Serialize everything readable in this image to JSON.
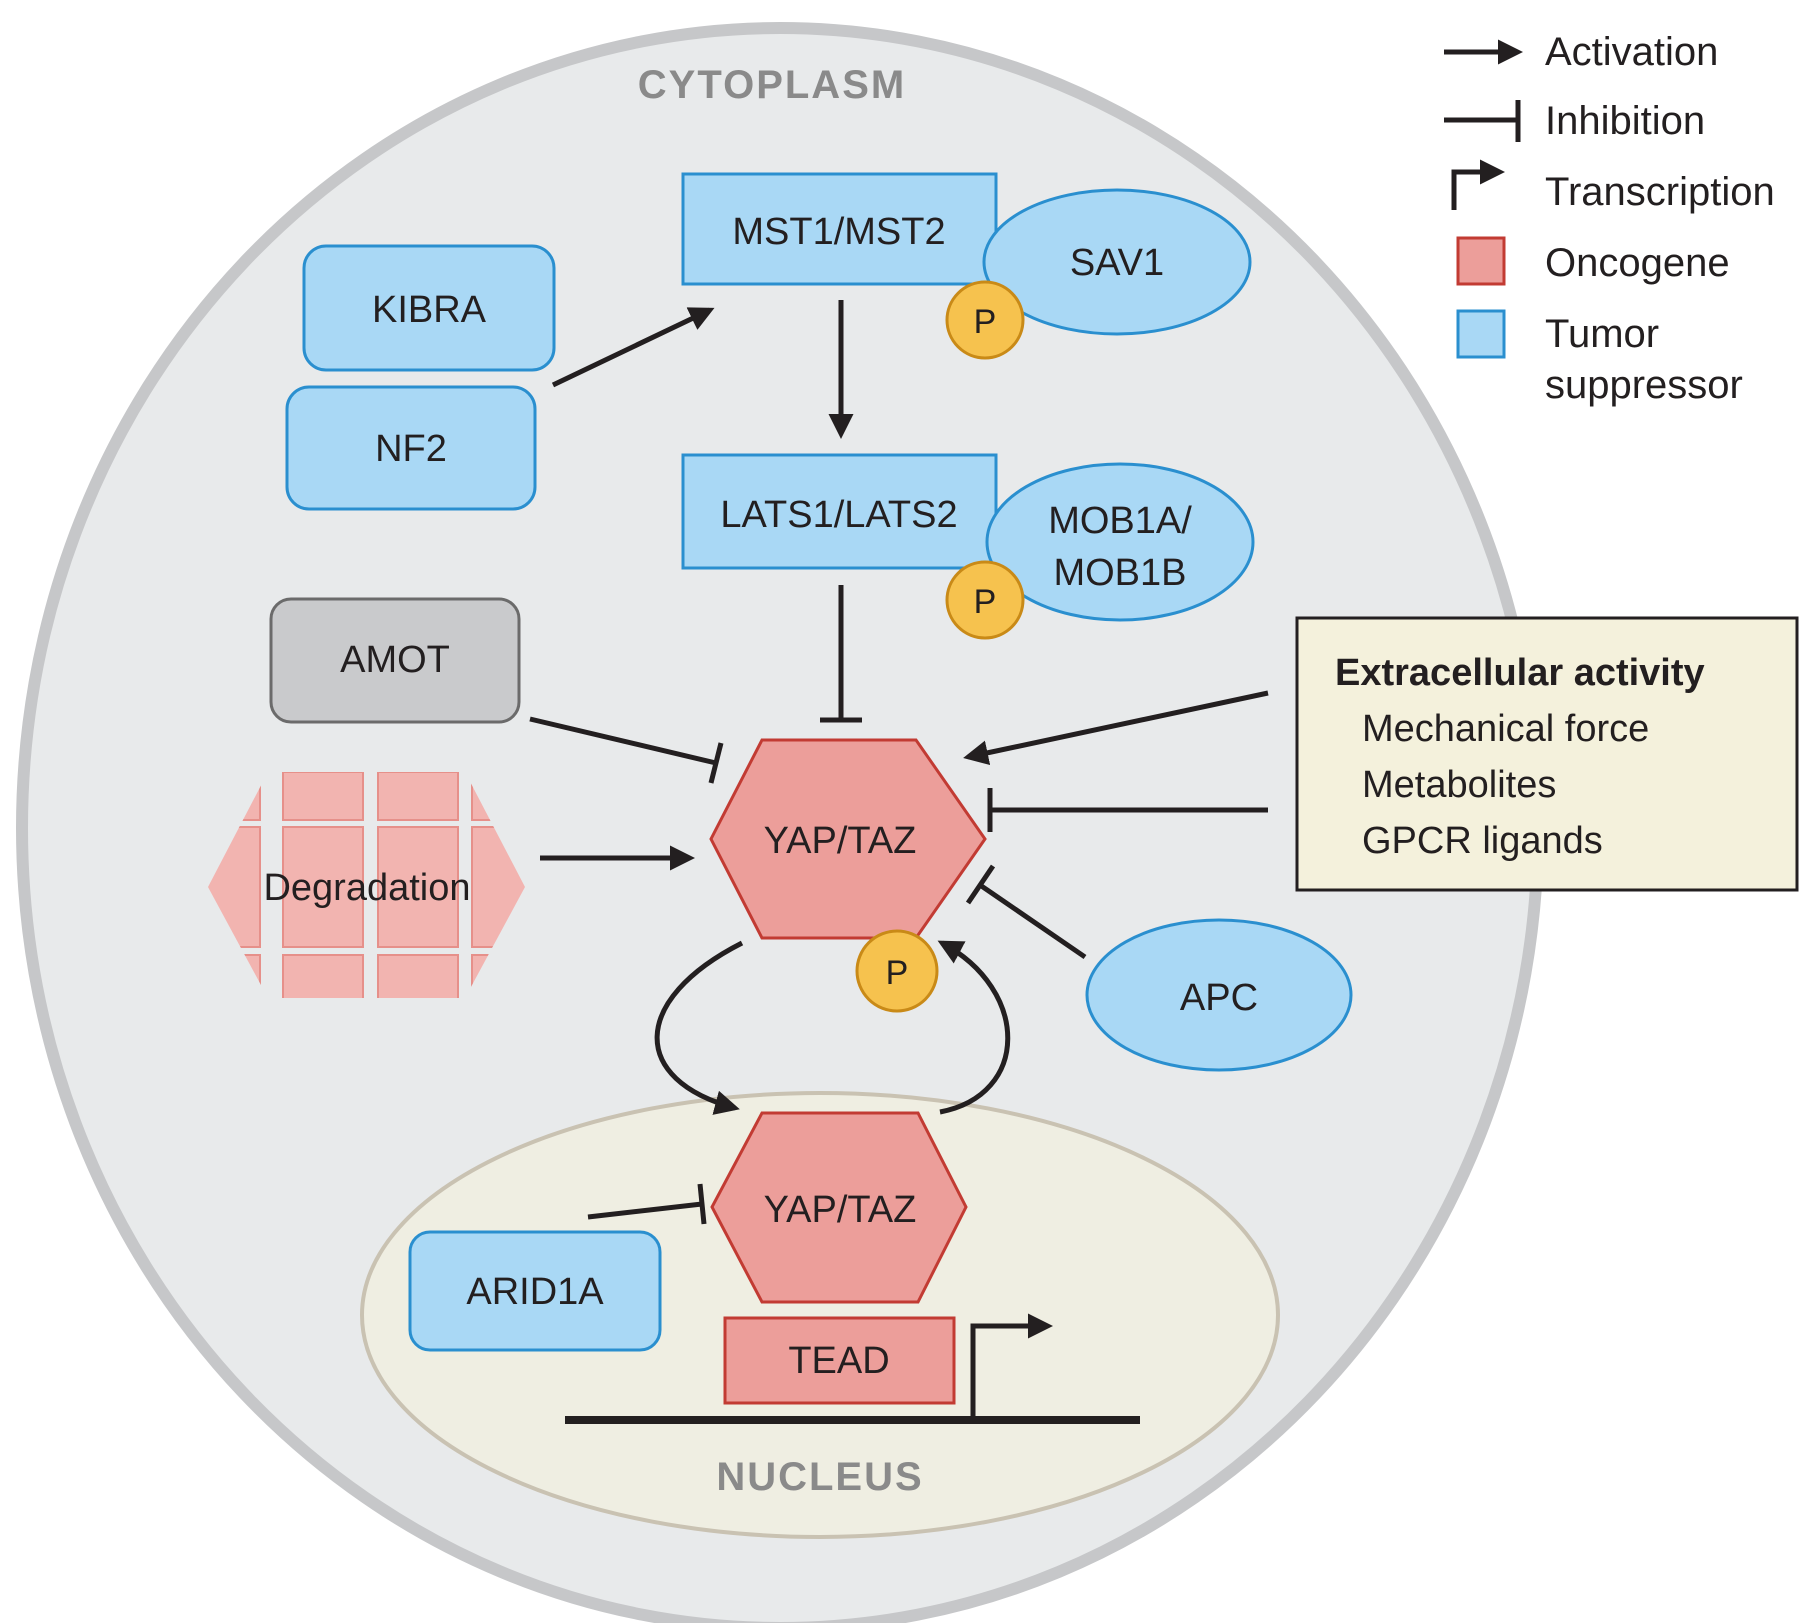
{
  "regions": {
    "cytoplasm": "CYTOPLASM",
    "nucleus": "NUCLEUS"
  },
  "nodes": {
    "mst": "MST1/MST2",
    "sav1": "SAV1",
    "kibra": "KIBRA",
    "nf2": "NF2",
    "lats": "LATS1/LATS2",
    "mob1_line1": "MOB1A/",
    "mob1_line2": "MOB1B",
    "amot": "AMOT",
    "degradation": "Degradation",
    "yaptaz_cyto": "YAP/TAZ",
    "apc": "APC",
    "yaptaz_nuc": "YAP/TAZ",
    "arid1a": "ARID1A",
    "tead": "TEAD",
    "phospho": "P"
  },
  "extracellular": {
    "title": "Extracellular activity",
    "items": [
      "Mechanical force",
      "Metabolites",
      "GPCR ligands"
    ]
  },
  "legend": {
    "activation": "Activation",
    "inhibition": "Inhibition",
    "transcription": "Transcription",
    "oncogene": "Oncogene",
    "tumor_suppressor_line1": "Tumor",
    "tumor_suppressor_line2": "suppressor"
  },
  "colors": {
    "tumor_suppressor": "#a9d8f5",
    "oncogene": "#ec9e9a",
    "neutral": "#c9cacc",
    "phosphate": "#f6c24e",
    "cell": "#e8eaeb",
    "nucleus": "#efeee2",
    "extracellular_box": "#f4f1dc"
  }
}
